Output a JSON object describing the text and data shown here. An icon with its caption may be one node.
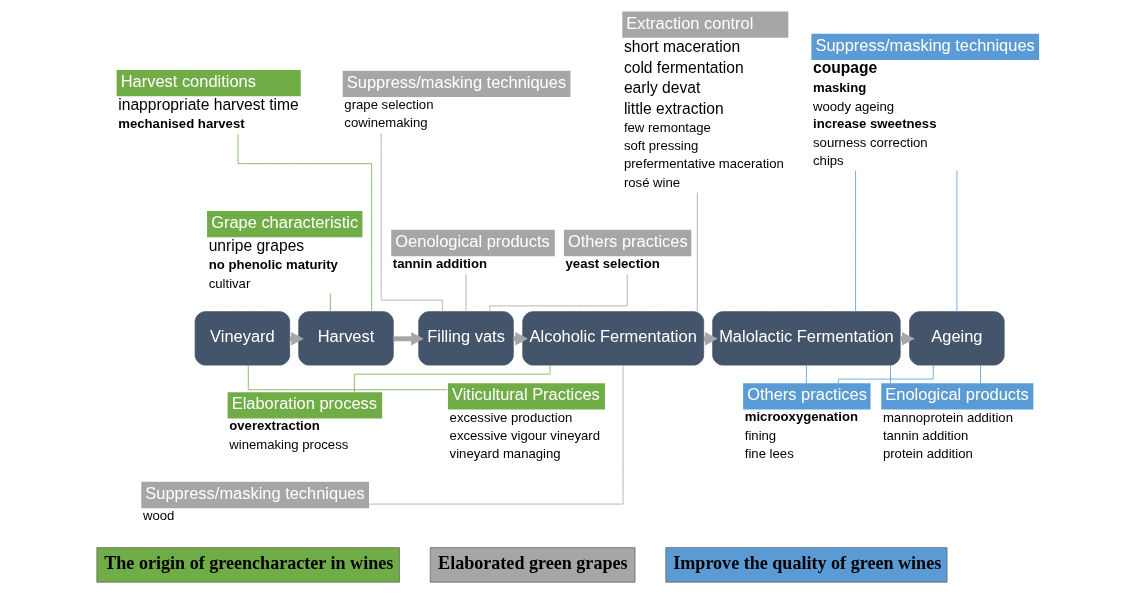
{
  "diagram": {
    "nodes": [
      {
        "text": [
          "Harvest conditions"
        ],
        "beside": [
          "inappropriate harvest time",
          "mechanised harvest"
        ]
      },
      {
        "text": [
          "Suppress/masking techniques"
        ],
        "beside": [
          "grape selection",
          "cowinemaking"
        ]
      },
      {
        "text": [
          "Extraction control"
        ],
        "beside": [
          "short maceration",
          "cold fermentation",
          "early devat",
          "little extraction",
          "few remontage",
          "soft pressing",
          "prefermentative maceration",
          "rosé wine"
        ]
      },
      {
        "text": [
          "Suppress/masking techniques"
        ],
        "beside": [
          "coupage",
          "masking",
          "woody ageing",
          "increase sweetness",
          "sourness correction",
          "chips"
        ]
      },
      {
        "text": [
          "Grape characteristic"
        ],
        "beside": [
          "unripe grapes",
          "no phenolic maturity",
          "cultivar"
        ]
      },
      {
        "text": [
          "Oenological products"
        ],
        "beside": [
          "tannin addition"
        ]
      },
      {
        "text": [
          "Others practices"
        ],
        "beside": [
          "yeast selection"
        ]
      },
      {
        "text": [
          "Vineyard"
        ]
      },
      {
        "text": [
          "Harvest"
        ]
      },
      {
        "text": [
          "Filling vats"
        ]
      },
      {
        "text": [
          "Alcoholic Fermentation"
        ]
      },
      {
        "text": [
          "Malolactic Fermentation"
        ]
      },
      {
        "text": [
          "Ageing"
        ]
      },
      {
        "text": [
          "Viticultural Practices"
        ],
        "beside": [
          "excessive production",
          "excessive vigour vineyard",
          "vineyard managing"
        ]
      },
      {
        "text": [
          "Elaboration process"
        ],
        "beside": [
          "overextraction",
          "winemaking process"
        ]
      },
      {
        "text": [
          "Others practices"
        ],
        "beside": [
          "microoxygenation",
          "fining",
          "fine lees"
        ]
      },
      {
        "text": [
          "Enological products"
        ],
        "beside": [
          "mannoprotein addition",
          "tannin addition",
          "protein addition"
        ]
      },
      {
        "text": [
          "Suppress/masking techniques"
        ],
        "beside": [
          "wood"
        ]
      }
    ],
    "edges": [
      {
        "from": 7,
        "to": 8,
        "arrow": "to",
        "style": "thick"
      },
      {
        "from": 8,
        "to": 9,
        "arrow": "to",
        "style": "thick"
      },
      {
        "from": 9,
        "to": 10,
        "arrow": "to",
        "style": "thick"
      },
      {
        "from": 10,
        "to": 11,
        "arrow": "to",
        "style": "thick"
      },
      {
        "from": 11,
        "to": 12,
        "arrow": "to",
        "style": "thick"
      },
      {
        "from": 0,
        "to": 8,
        "arrow": "none",
        "color": "#70ad47"
      },
      {
        "from": 4,
        "to": 8,
        "arrow": "none",
        "color": "#70ad47"
      },
      {
        "from": 1,
        "to": 9,
        "arrow": "none"
      },
      {
        "from": 5,
        "to": 9,
        "arrow": "none"
      },
      {
        "from": 6,
        "to": 9,
        "arrow": "none"
      },
      {
        "from": 2,
        "to": 10,
        "arrow": "none"
      },
      {
        "from": 3,
        "to": 11,
        "arrow": "none",
        "color": "#5b9bd5"
      },
      {
        "from": 3,
        "to": 12,
        "arrow": "none",
        "color": "#5b9bd5"
      },
      {
        "from": 13,
        "to": 7,
        "arrow": "none",
        "color": "#70ad47"
      },
      {
        "from": 14,
        "to": 10,
        "arrow": "none",
        "color": "#70ad47"
      },
      {
        "from": 17,
        "to": 10,
        "arrow": "none"
      },
      {
        "from": 15,
        "to": 11,
        "arrow": "none",
        "color": "#5b9bd5"
      },
      {
        "from": 15,
        "to": 12,
        "arrow": "none",
        "color": "#5b9bd5"
      },
      {
        "from": 16,
        "to": 11,
        "arrow": "none",
        "color": "#5b9bd5"
      },
      {
        "from": 16,
        "to": 12,
        "arrow": "none",
        "color": "#5b9bd5"
      }
    ],
    "legend": [
      {
        "text": "The origin of greencharacter in wines",
        "color": "#70ad47"
      },
      {
        "text": "Elaborated green grapes",
        "color": "#a6a6a6"
      },
      {
        "text": "Improve the quality of green wines",
        "color": "#5b9bd5"
      }
    ]
  }
}
